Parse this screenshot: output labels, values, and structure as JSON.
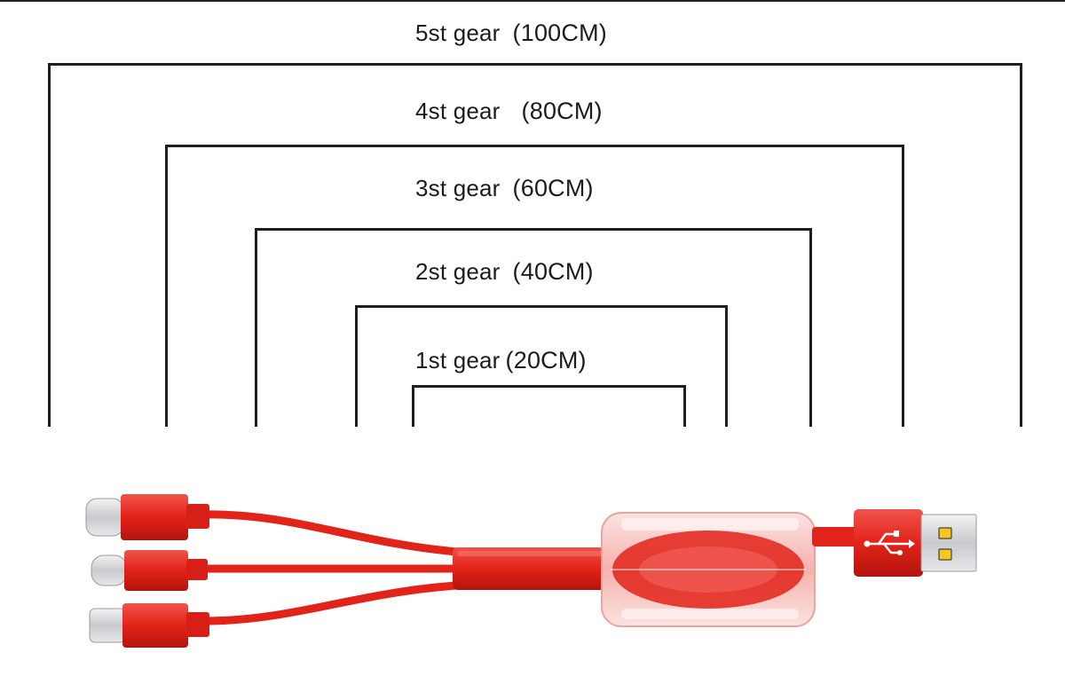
{
  "gears": [
    {
      "name": "5st gear",
      "length": "(100CM)"
    },
    {
      "name": "4st gear",
      "length": "(80CM)"
    },
    {
      "name": "3st gear",
      "length": "(60CM)"
    },
    {
      "name": "2st gear",
      "length": "(40CM)"
    },
    {
      "name": "1st gear",
      "length": "(20CM)"
    }
  ],
  "colors": {
    "cable_red": "#e2231a",
    "line": "#1f1f1f",
    "metal": "#d9dadc",
    "usb_pad": "#f3c623"
  },
  "icons": {
    "usb_symbol": "usb-icon",
    "connectors": [
      "usb-c-connector",
      "usb-c-connector",
      "lightning-connector"
    ]
  }
}
